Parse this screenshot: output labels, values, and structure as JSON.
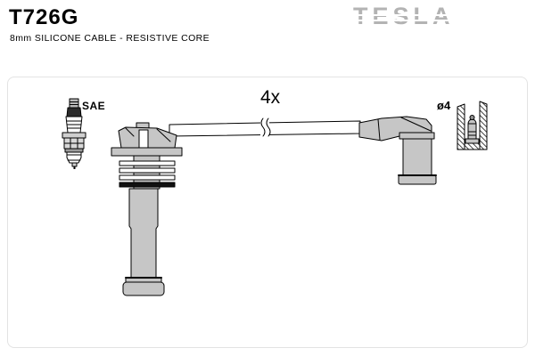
{
  "header": {
    "product_code": "T726G",
    "product_description": "8mm SILICONE CABLE - RESISTIVE CORE",
    "brand": "TESLA"
  },
  "diagram": {
    "quantity_label": "4x",
    "plug_standard_label": "SAE",
    "terminal_diameter_label": "ø4",
    "components": [
      "spark-plug",
      "coil-top-boot",
      "ignition-cable-with-break-symbol",
      "elbow-plug-boot",
      "terminal-socket-cross-section"
    ]
  },
  "colors": {
    "background": "#ffffff",
    "part_fill": "#c6c6c6",
    "part_dark": "#111111",
    "outline": "#000000",
    "logo_gray": "#b3b3b3",
    "panel_border": "#e3e3e3"
  }
}
